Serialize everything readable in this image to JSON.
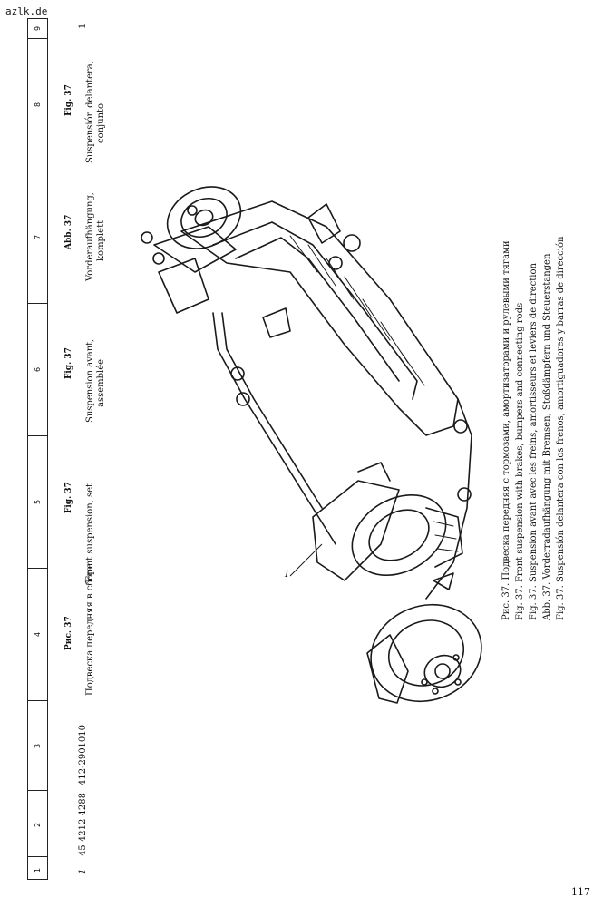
{
  "watermark": "azlk.de",
  "page_number": "117",
  "column_numbers": [
    "1",
    "2",
    "3",
    "4",
    "5",
    "6",
    "7",
    "8",
    "9"
  ],
  "headers": {
    "ru": "Рис. 37",
    "en": "Fig. 37",
    "fr": "Fig. 37",
    "de": "Abb. 37",
    "es": "Fig. 37"
  },
  "descriptions": {
    "ru": "Подвеска передняя в сборе",
    "en": "Front suspension, set",
    "fr_line1": "Suspension avant,",
    "fr_line2": "assemblée",
    "de_line1": "Vorderaufhängung,",
    "de_line2": "komplett",
    "es_line1": "Suspensión delantera,",
    "es_line2": "conjunto"
  },
  "row": {
    "item": "1",
    "number": "45 4212 4288",
    "part_number": "412-2901010",
    "quantity": "1"
  },
  "callout": "1",
  "captions": {
    "ru": "Рис. 37. Подвеска передняя с тормозами, амортизаторами и рулевыми тягами",
    "en": "Fig. 37. Front suspension with brakes, bumpers and connecting rods",
    "fr": "Fig. 37. Suspension avant avec les freins, amortisseurs et leviers de direction",
    "de": "Abb. 37. Vorderradaufhängung mit Bremsen, Stoßdämpfern und Steuerstangen",
    "es": "Fig. 37. Suspensión delantera con los frenos, amortiguadores y barras de dirección"
  }
}
